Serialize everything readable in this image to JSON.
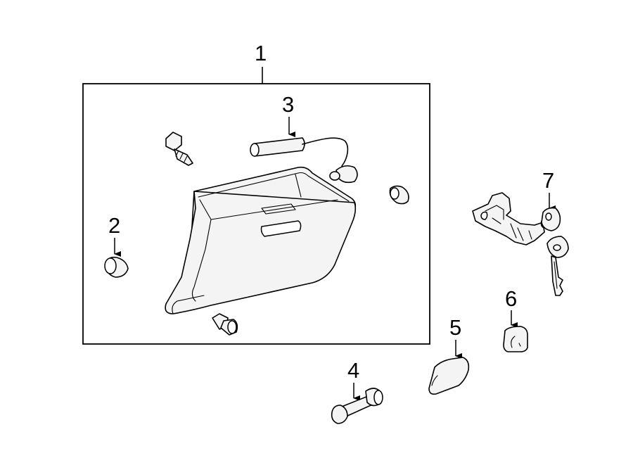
{
  "callouts": {
    "c1": "1",
    "c2": "2",
    "c3": "3",
    "c4": "4",
    "c5": "5",
    "c6": "6",
    "c7": "7"
  },
  "colors": {
    "line": "#000000",
    "part_fill": "#f4f4f4",
    "background": "#ffffff"
  }
}
